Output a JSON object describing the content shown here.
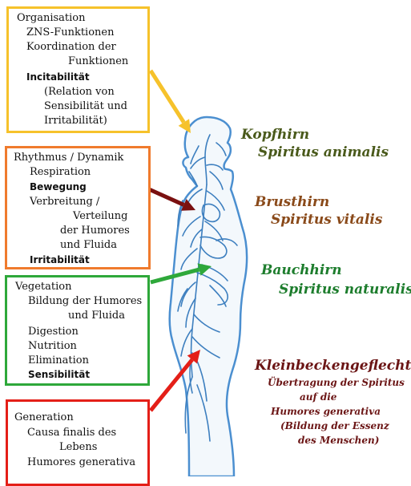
{
  "colors": {
    "yellow": "#f6c22b",
    "orange": "#f07b2d",
    "green": "#2ea83a",
    "red": "#e41f18",
    "nerve": "#3d7fbf",
    "body_outline": "#4b8fd0",
    "label_green_dark": "#4a5a1b",
    "label_brown": "#8a4a1a",
    "label_green": "#1d7d2d",
    "label_darkred": "#6b1515"
  },
  "boxes": {
    "organisation": {
      "lines": [
        "Organisation",
        "ZNS-Funktionen",
        "Koordination der",
        "Funktionen",
        "Incitabilität",
        "(Relation von",
        "Sensibilität und",
        "Irritabilität)"
      ]
    },
    "rhythmus": {
      "lines": [
        "Rhythmus / Dynamik",
        "Respiration",
        "Bewegung",
        "Verbreitung /",
        "Verteilung",
        "der Humores",
        "und Fluida",
        "Irritabilität"
      ]
    },
    "vegetation": {
      "lines": [
        "Vegetation",
        "Bildung der Humores",
        "und Fluida",
        "Digestion",
        "Nutrition",
        "Elimination",
        "Sensibilität"
      ]
    },
    "generation": {
      "lines": [
        "Generation",
        "Causa finalis des",
        "Lebens",
        "Humores generativa"
      ]
    }
  },
  "labels": {
    "kopfhirn": [
      "Kopfhirn",
      "Spiritus animalis"
    ],
    "brusthirn": [
      "Brusthirn",
      "Spiritus vitalis"
    ],
    "bauchhirn": [
      "Bauchhirn",
      "Spiritus naturalis"
    ],
    "kleinbecken": [
      "Kleinbeckengeflecht",
      "Übertragung der Spiritus",
      "auf die",
      "Humores generativa",
      "(Bildung der Essenz",
      "des Menschen)"
    ]
  }
}
